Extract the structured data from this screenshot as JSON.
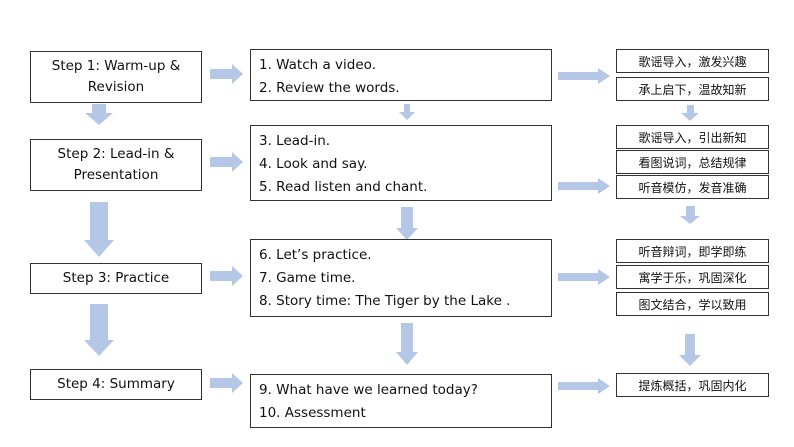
{
  "arrow_color": "#b4c7e7",
  "steps": [
    {
      "lines": [
        "Step 1: Warm-up &",
        "Revision"
      ]
    },
    {
      "lines": [
        "Step 2: Lead-in &",
        "Presentation"
      ]
    },
    {
      "lines": [
        "Step 3: Practice"
      ]
    },
    {
      "lines": [
        "Step 4: Summary"
      ]
    }
  ],
  "activities": [
    {
      "items": [
        "1. Watch a video.",
        "2. Review the words."
      ]
    },
    {
      "items": [
        "3. Lead-in.",
        "4. Look and say.",
        "5. Read listen and chant."
      ]
    },
    {
      "items": [
        "6. Let’s practice.",
        "7. Game time.",
        "8. Story time: The Tiger by the Lake ."
      ]
    },
    {
      "items": [
        "9. What have we learned today?",
        "10. Assessment"
      ]
    }
  ],
  "notes": [
    "歌谣导入，激发兴趣",
    "承上启下，温故知新",
    "歌谣导入，引出新知",
    "看图说词，总结规律",
    "听音模仿，发音准确",
    "听音辩词，即学即练",
    "寓学于乐，巩固深化",
    "图文结合，学以致用",
    "提炼概括，巩固内化"
  ]
}
